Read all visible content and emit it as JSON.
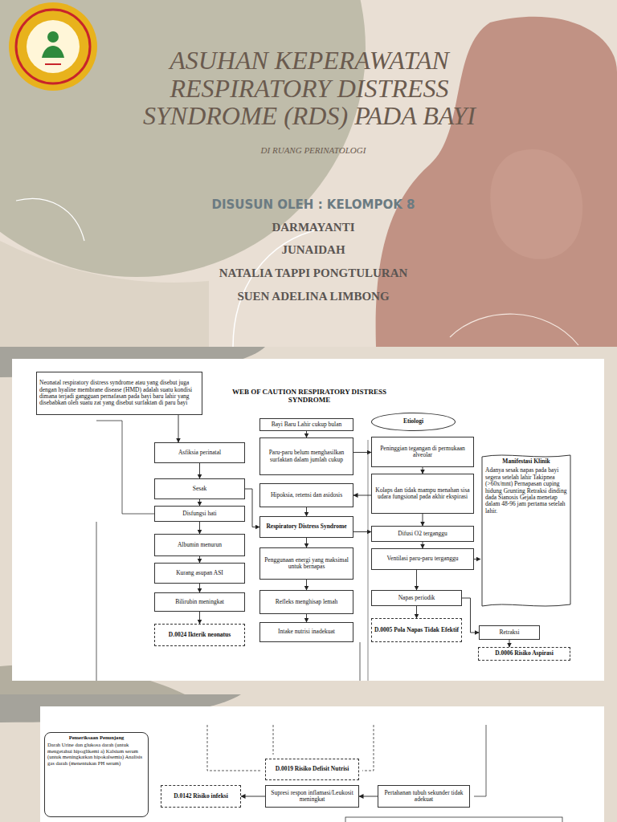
{
  "diagram": {
    "title": "ASUHAN KEPERAWATAN RESPIRATORY DISTRESS SYNDROME (RDS) PADA BAYI",
    "nodes": [
      {
        "text": [
          "Neonatal respiratory distress syndrome atau yang disebut juga dengan hyaline membrane disease (HMD) adalah suatu kondisi dimana terjadi gangguan pernafasan pada bayi baru lahir yang disebabkan oleh suatu zat yang disebut surfaktan di paru bayi"
        ]
      },
      {
        "text": [
          "Bayi Baru Lahir cukup bulan"
        ]
      },
      {
        "text": [
          "Etiologi"
        ]
      },
      {
        "text": [
          "Asfiksia perinatal"
        ]
      },
      {
        "text": [
          "Paru-paru belum menghasilkan surfaktan dalam jumlah cukup"
        ]
      },
      {
        "text": [
          "Peninggian tegangan di permukaan alveolar"
        ]
      },
      {
        "text": [
          "Manifestasi Klinik",
          "Adanya sesak napas pada bayi segera setelah lahir Takipnea (>60x/mnt) Pernapasan cuping hidung Grunting Retraksi dinding dada Sianosis Gejala menetap dalam 48-96 jam pertama setelah lahir."
        ]
      },
      {
        "text": [
          "Sesak"
        ]
      },
      {
        "text": [
          "Hipoksia, retensi dan asidosis"
        ]
      },
      {
        "text": [
          "Kolaps dan tidak mampu menahan sisa udara fungsional pada akhir ekspirasi"
        ]
      },
      {
        "text": [
          "Disfungsi hati"
        ]
      },
      {
        "text": [
          "Respiratory Distress Syndrome"
        ]
      },
      {
        "text": [
          "Difusi O2 terganggu"
        ]
      },
      {
        "text": [
          "Albumin menurun"
        ]
      },
      {
        "text": [
          "Penggunaan energi yang maksimal untuk bernapas"
        ]
      },
      {
        "text": [
          "Ventilasi paru-paru terganggu"
        ]
      },
      {
        "text": [
          "Kurang asupan ASI"
        ]
      },
      {
        "text": [
          "Refleks menghisap lemah"
        ]
      },
      {
        "text": [
          "Napas periodik"
        ]
      },
      {
        "text": [
          "Bilirubin meningkat"
        ]
      },
      {
        "text": [
          "D.0005 Pola Napas Tidak Efektif"
        ]
      },
      {
        "text": [
          "Retraksi"
        ]
      },
      {
        "text": [
          "D.0024 Ikterik neonatus"
        ]
      },
      {
        "text": [
          "Intake nutrisi inadekuat"
        ]
      },
      {
        "text": [
          "D.0006 Risiko Aspirasi"
        ]
      },
      {
        "text": [
          "Pemeriksaan Penunjang",
          "Darah Urine dan glukosa darah (untuk mengetahui hipoglikemi a) Kalsium serum (untuk meningkatkan hipokalsemia) Analisis gas darah (menentukan PH serum)"
        ]
      },
      {
        "text": [
          "D.0019 Risiko Defisit Nutrisi"
        ]
      },
      {
        "text": [
          "D.0142 Risiko infeksi"
        ]
      },
      {
        "text": [
          "Supresi respon inflamasi/Leukosit meningkat"
        ]
      },
      {
        "text": [
          "Pertahanan tubuh sekunder tidak adekuat"
        ]
      }
    ],
    "edges": [
      {
        "from": 1,
        "to": 4,
        "arrow": "to"
      },
      {
        "from": 4,
        "to": 5,
        "arrow": "to"
      },
      {
        "from": 5,
        "to": 9,
        "arrow": "to"
      },
      {
        "from": 9,
        "to": 8,
        "arrow": "to"
      },
      {
        "from": 8,
        "to": 11,
        "arrow": "to"
      },
      {
        "from": 9,
        "to": 12,
        "arrow": "to"
      },
      {
        "from": 12,
        "to": 15,
        "arrow": "to"
      },
      {
        "from": 15,
        "to": 18,
        "arrow": "to"
      },
      {
        "from": 18,
        "to": 20,
        "arrow": "to"
      },
      {
        "from": 11,
        "to": 14,
        "arrow": "to"
      },
      {
        "from": 14,
        "to": 17,
        "arrow": "to"
      },
      {
        "from": 17,
        "to": 23,
        "arrow": "to"
      },
      {
        "from": 11,
        "to": 12,
        "arrow": "to"
      },
      {
        "from": 0,
        "to": 3,
        "arrow": "to"
      },
      {
        "from": 3,
        "to": 7,
        "arrow": "to"
      },
      {
        "from": 7,
        "to": 10,
        "arrow": "to"
      },
      {
        "from": 10,
        "to": 13,
        "arrow": "to"
      },
      {
        "from": 13,
        "to": 16,
        "arrow": "to"
      },
      {
        "from": 16,
        "to": 19,
        "arrow": "to"
      },
      {
        "from": 19,
        "to": 22,
        "arrow": "to"
      },
      {
        "from": 7,
        "to": 11,
        "arrow": "to"
      },
      {
        "from": 15,
        "to": 6,
        "arrow": "to"
      },
      {
        "from": 18,
        "to": 21,
        "arrow": "to"
      },
      {
        "from": 21,
        "to": 24,
        "arrow": "to"
      },
      {
        "from": 29,
        "to": 28,
        "arrow": "to"
      },
      {
        "from": 28,
        "to": 27,
        "arrow": "to"
      }
    ],
    "labels": [
      "DI RUANG PERINATOLOGI",
      "DISUSUN OLEH : KELOMPOK 8",
      "DARMAYANTI",
      "JUNAIDAH",
      "NATALIA TAPPI PONGTULURAN",
      "SUEN ADELINA LIMBONG",
      "WEB OF CAUTION RESPIRATORY DISTRESS SYNDROME"
    ]
  }
}
